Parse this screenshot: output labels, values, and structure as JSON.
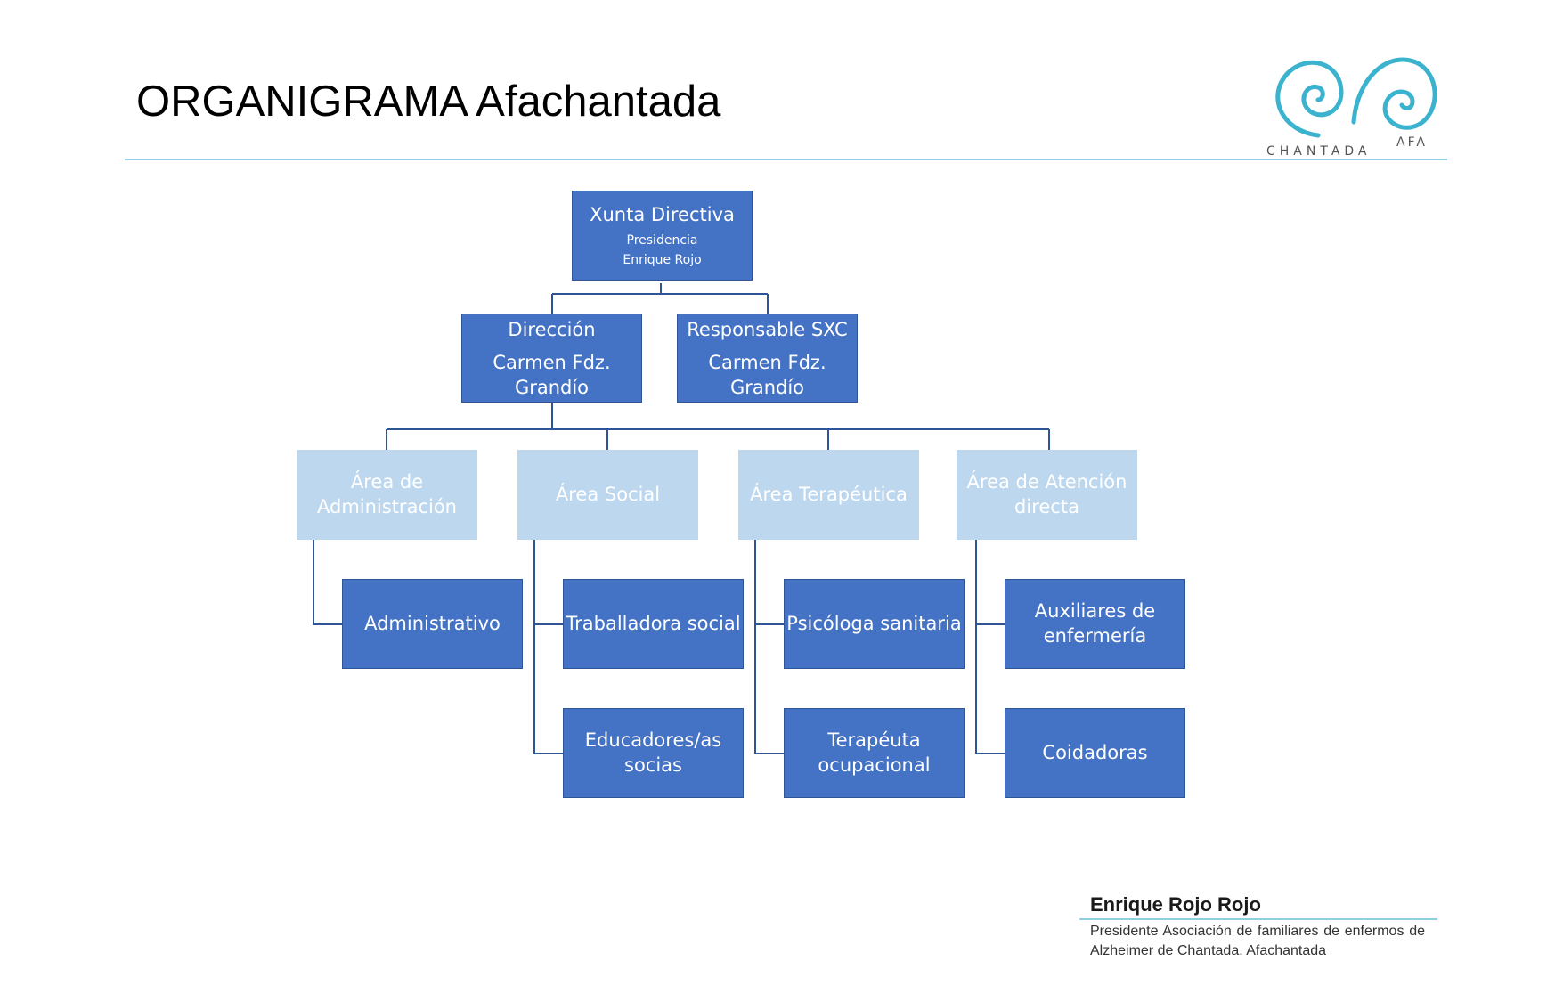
{
  "header": {
    "title": "ORGANIGRAMA Afachantada",
    "logo_text_top": "AFA",
    "logo_text_bottom": "CHANTADA"
  },
  "colors": {
    "dark_node": "#4472c4",
    "light_node": "#bdd7ee",
    "connector": "#2f5597",
    "rule": "#8ecfe3"
  },
  "org": {
    "board": {
      "title": "Xunta Directiva",
      "line1": "Presidencia",
      "line2": "Enrique Rojo"
    },
    "direction": {
      "title": "Dirección",
      "person": "Carmen Fdz. Grandío"
    },
    "sxc": {
      "title": "Responsable SXC",
      "person": "Carmen Fdz. Grandío"
    },
    "areas": [
      {
        "label": "Área de Administración",
        "roles": [
          "Administrativo"
        ]
      },
      {
        "label": "Área Social",
        "roles": [
          "Traballadora social",
          "Educadores/as socias"
        ]
      },
      {
        "label": "Área Terapéutica",
        "roles": [
          "Psicóloga sanitaria",
          "Terapéuta ocupacional"
        ]
      },
      {
        "label": "Área de Atención directa",
        "roles": [
          "Auxiliares de enfermería",
          "Coidadoras"
        ]
      }
    ]
  },
  "signature": {
    "name": "Enrique Rojo Rojo",
    "description": "Presidente Asociación de familiares de enfermos de Alzheimer de Chantada. Afachantada"
  }
}
